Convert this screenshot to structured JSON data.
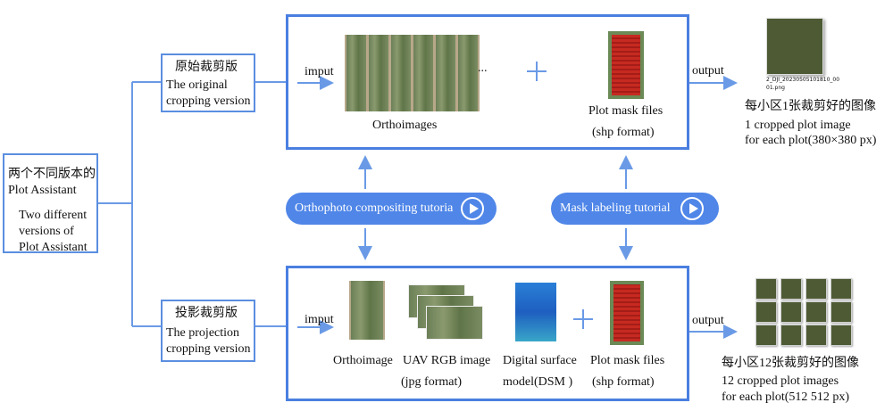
{
  "left_box": {
    "zh": "两个不同版本的",
    "en_line": "Plot Assistant",
    "en_block": [
      "Two different",
      "versions of",
      "Plot Assistant"
    ]
  },
  "original_label": {
    "zh": "原始裁剪版",
    "en": [
      "The original",
      "cropping version"
    ]
  },
  "projection_label": {
    "zh": "投影裁剪版",
    "en": [
      "The projection",
      "cropping version"
    ]
  },
  "top_panel": {
    "input": "imput",
    "ellipsis": "...",
    "orthoimages": "Orthoimages",
    "mask_files": "Plot mask files",
    "mask_format": "(shp format)"
  },
  "bottom_panel": {
    "input": "imput",
    "orthoimage": "Orthoimage",
    "uav": "UAV RGB image",
    "uav_format": "(jpg format)",
    "dsm1": "Digital surface",
    "dsm2": "model(DSM )",
    "mask_files": "Plot mask files",
    "mask_format": "(shp format)"
  },
  "tutorials": {
    "ortho": "Orthophoto compositing tutoria",
    "mask": "Mask labeling tutorial"
  },
  "output_top": {
    "label": "output",
    "filename1": "2_DJI_20230505101810_00",
    "filename2": "01.png",
    "zh": "每小区1张裁剪好的图像",
    "en1": "1 cropped plot image",
    "en2": "for each plot(380×380 px)"
  },
  "output_bottom": {
    "label": "output",
    "zh": "每小区12张裁剪好的图像",
    "en1": "12 cropped plot images",
    "en2": "for each plot(512  512 px)"
  },
  "colors": {
    "accent": "#4a7fe0",
    "pill": "#4f86e8",
    "arrow": "#6a9ae6"
  }
}
